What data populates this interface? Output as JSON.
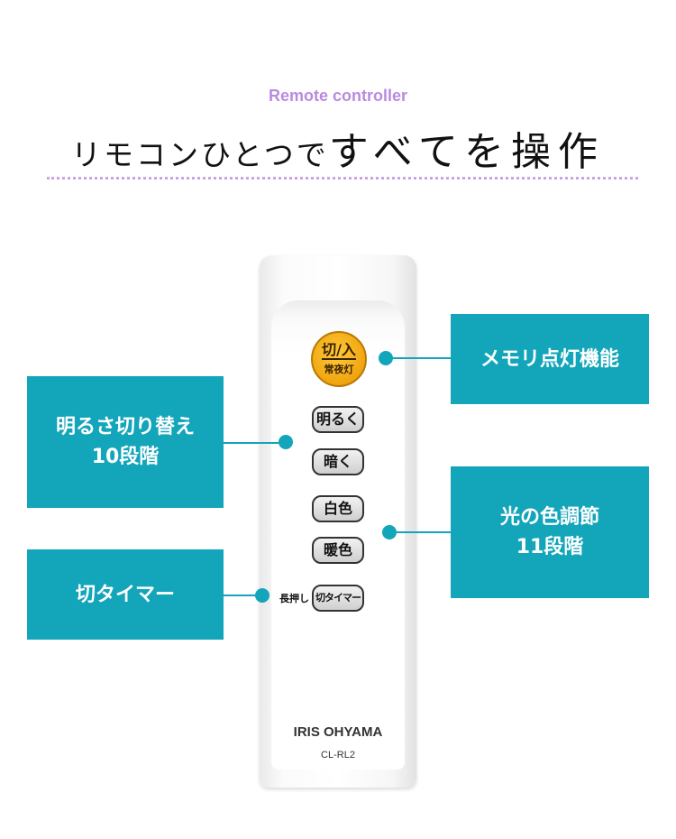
{
  "header": {
    "subtitle": "Remote controller",
    "title_small": "リモコンひとつで",
    "title_large": "すべてを操作"
  },
  "remote": {
    "power_top": "切/入",
    "power_bottom": "常夜灯",
    "buttons": [
      "明るく",
      "暗く",
      "白色",
      "暖色",
      "切タイマー"
    ],
    "long_press": "長押し",
    "brand": "IRIS OHYAMA",
    "model": "CL-RL2"
  },
  "callouts": {
    "memory": "メモリ点灯機能",
    "brightness_line1": "明るさ切り替え",
    "brightness_line2": "10段階",
    "color_line1": "光の色調節",
    "color_line2": "11段階",
    "timer": "切タイマー"
  },
  "colors": {
    "accent": "#13a5b9",
    "subtitle": "#b98be0"
  }
}
